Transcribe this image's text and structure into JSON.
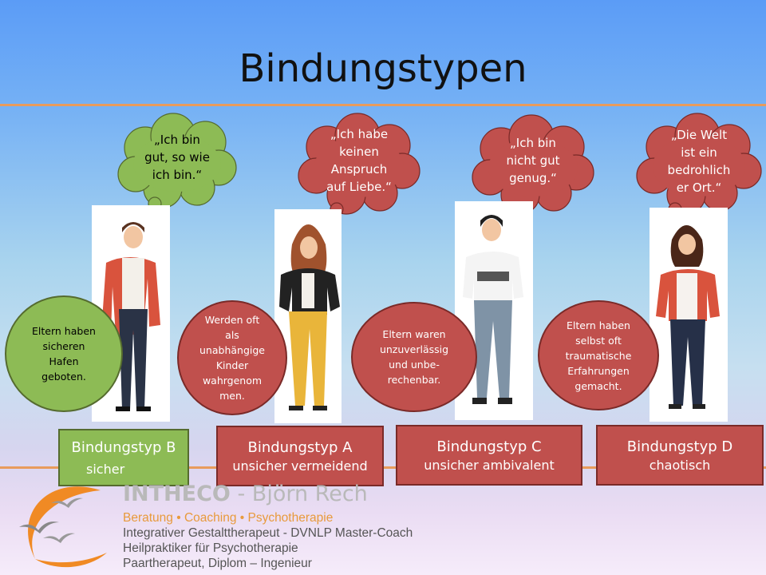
{
  "slide": {
    "title": "Bindungstypen",
    "colors": {
      "green": "#8dbb55",
      "red": "#c0504d",
      "line": "#e89b5c"
    }
  },
  "columns": [
    {
      "thought": "„Ich bin\ngut, so wie\nich bin.“",
      "bubble": "Eltern haben\nsicheren\nHafen\ngeboten.",
      "type_name": "Bindungstyp B",
      "type_sub": "sicher",
      "color": "green"
    },
    {
      "thought": "„Ich habe\nkeinen\nAnspruch\nauf Liebe.“",
      "bubble": "Werden oft\nals\nunabhängige\nKinder\nwahrgenom\nmen.",
      "type_name": "Bindungstyp A",
      "type_sub": "unsicher vermeidend",
      "color": "red"
    },
    {
      "thought": "„Ich bin\nnicht gut\ngenug.“",
      "bubble": "Eltern waren\nunzuverlässig\nund unbe-\nrechenbar.",
      "type_name": "Bindungstyp C",
      "type_sub": "unsicher ambivalent",
      "color": "red"
    },
    {
      "thought": "„Die Welt\nist ein\nbedrohlich\ner Ort.“",
      "bubble": "Eltern haben\nselbst oft\ntraumatische\nErfahrungen\ngemacht.",
      "type_name": "Bindungstyp D",
      "type_sub": "chaotisch",
      "color": "red"
    }
  ],
  "footer": {
    "brand_main": "INTHECO",
    "brand_sep": " - ",
    "brand_name": "Björn Rech",
    "lines": [
      "Beratung • Coaching • Psychotherapie",
      "Integrativer Gestalttherapeut - DVNLP Master-Coach",
      "Heilpraktiker für Psychotherapie",
      "Paartherapeut, Diplom – Ingenieur"
    ]
  }
}
